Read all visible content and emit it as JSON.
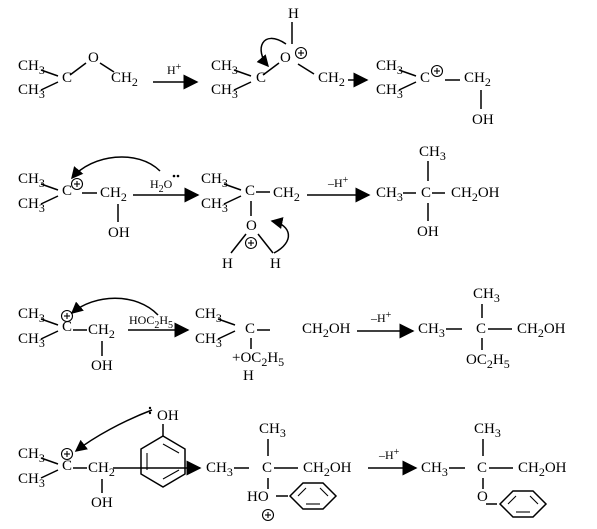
{
  "labels": {
    "ch3": "CH",
    "ch2": "CH",
    "c": "C",
    "o": "O",
    "h": "H",
    "oh": "OH",
    "hp": "H",
    "water": "H",
    "water2": "O",
    "minus_h": "–H",
    "plus": "+",
    "ch2oh": "CH",
    "ho": "HO",
    "oc": "OC",
    "h5": "H",
    "ethanol": "HOC",
    "ethanol2": "H",
    "ethanol3": "5",
    "sub2": "2",
    "sub3": "3",
    "sub5": "5"
  },
  "icons": {
    "oxonium": "oxonium-charge-icon",
    "carbocation": "carbocation-charge-icon"
  }
}
